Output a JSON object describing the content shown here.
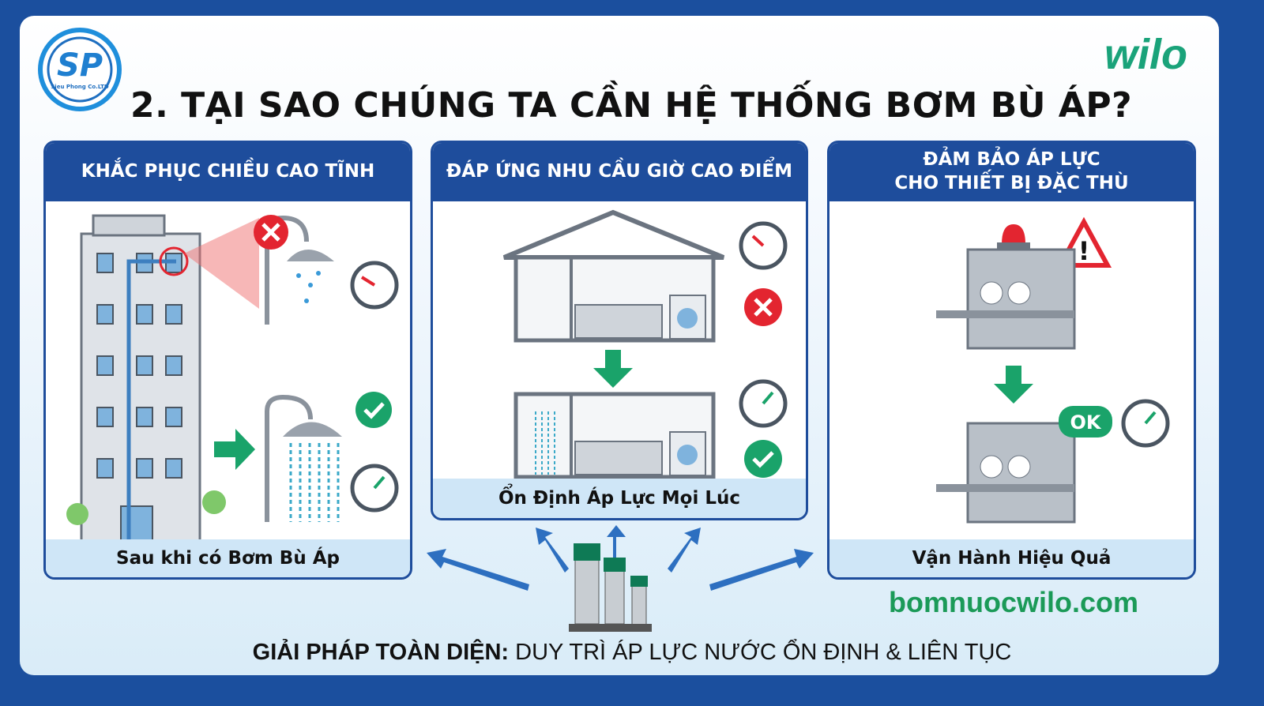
{
  "logo": {
    "letters": "SP",
    "company": "Sieu Phong Co.LTD",
    "color": "#1f8fdc"
  },
  "brand": {
    "name": "wilo",
    "color": "#1aa37a"
  },
  "title": "2. TẠI SAO CHÚNG TA CẦN HỆ THỐNG BƠM BÙ ÁP?",
  "panels": [
    {
      "header": "KHẮC PHỤC CHIỀU CAO TĨNH",
      "footer": "Sau khi có Bơm Bù Áp"
    },
    {
      "header": "ĐÁP ỨNG NHU CẦU GIỜ CAO ĐIỂM",
      "footer": "Ổn Định Áp Lực Mọi Lúc"
    },
    {
      "header_line1": "ĐẢM BẢO ÁP LỰC",
      "header_line2": "CHO THIẾT BỊ ĐẶC THÙ",
      "footer": "Vận Hành Hiệu Quả",
      "ok_badge": "OK"
    }
  ],
  "website": "bomnuocwilo.com",
  "bottom": {
    "bold": "GIẢI PHÁP TOÀN DIỆN:",
    "normal": " DUY TRÌ ÁP LỰC NƯỚC ỔN ĐỊNH & LIÊN TỤC"
  },
  "colors": {
    "header": "#1e4d9c",
    "ok": "#1aa36a",
    "error": "#e32530",
    "footer_band": "#cfe6f7"
  }
}
